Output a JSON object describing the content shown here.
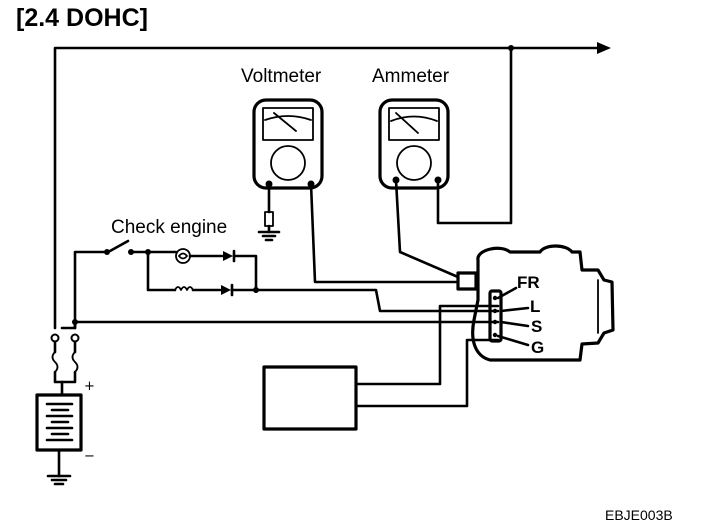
{
  "diagram": {
    "title": "[2.4 DOHC]",
    "voltmeter_label": "Voltmeter",
    "ammeter_label": "Ammeter",
    "check_engine_label": "Check engine",
    "terminals": [
      "FR",
      "L",
      "S",
      "G"
    ],
    "figure_code": "EBJE003B"
  }
}
